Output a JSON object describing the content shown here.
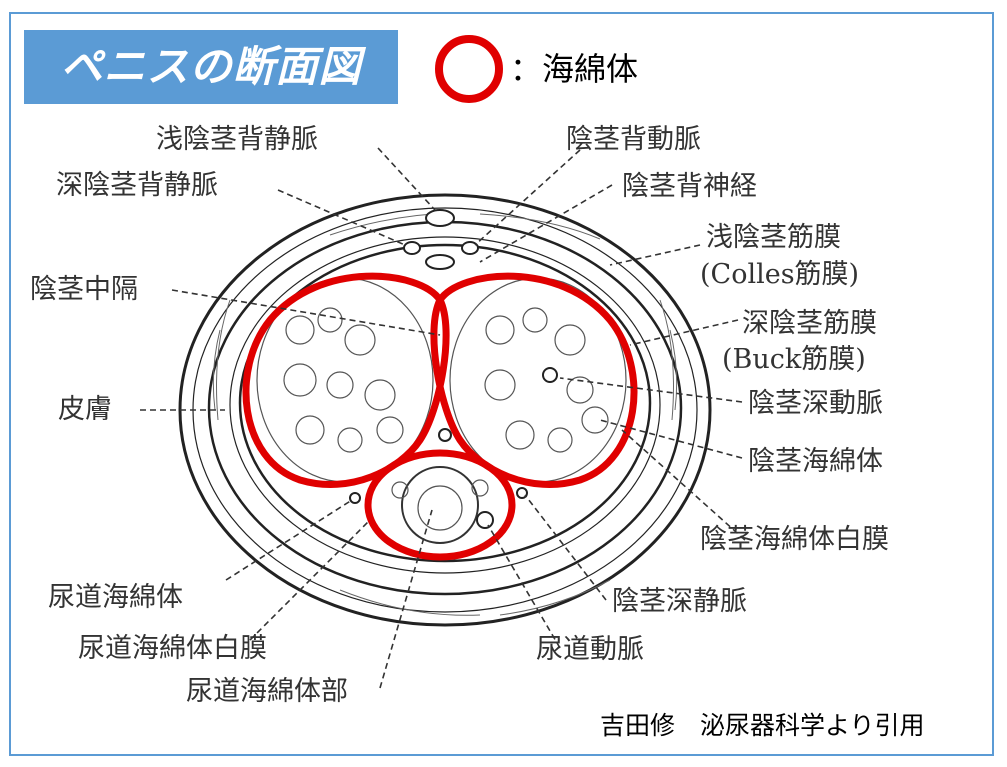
{
  "title": "ペニスの断面図",
  "legend": {
    "label": "：海綿体",
    "marker_color": "#e00000"
  },
  "labels": {
    "superficial_dorsal_vein": "浅陰茎背静脈",
    "deep_dorsal_vein": "深陰茎背静脈",
    "dorsal_artery": "陰茎背動脈",
    "dorsal_nerve": "陰茎背神経",
    "superficial_fascia": "浅陰茎筋膜",
    "colles": "(Colles筋膜)",
    "septum": "陰茎中隔",
    "deep_fascia": "深陰茎筋膜",
    "buck": "(Buck筋膜)",
    "skin": "皮膚",
    "deep_artery": "陰茎深動脈",
    "corpus_cavernosum": "陰茎海綿体",
    "tunica_albuginea": "陰茎海綿体白膜",
    "corpus_spongiosum": "尿道海綿体",
    "spongiosum_tunica": "尿道海綿体白膜",
    "spongiosum_part": "尿道海綿体部",
    "deep_vein": "陰茎深静脈",
    "urethral_artery": "尿道動脈"
  },
  "citation": "吉田修　泌尿器科学より引用",
  "colors": {
    "accent": "#5b9bd5",
    "highlight": "#e00000"
  }
}
